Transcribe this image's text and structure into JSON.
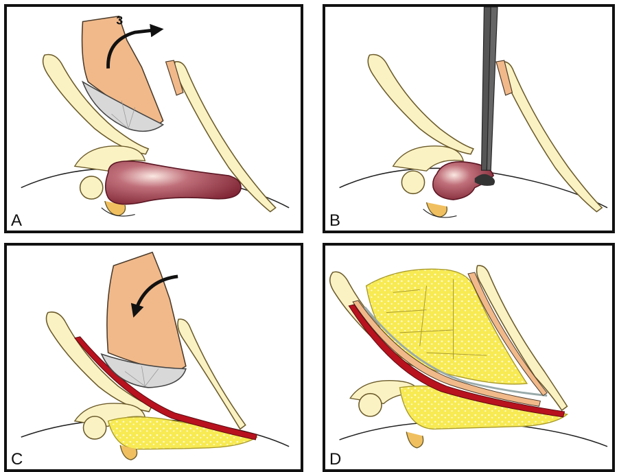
{
  "panels": [
    {
      "id": "A",
      "label": "A",
      "step_number": "3"
    },
    {
      "id": "B",
      "label": "B"
    },
    {
      "id": "C",
      "label": "C"
    },
    {
      "id": "D",
      "label": "D"
    }
  ],
  "colors": {
    "bone": "#fbf2c4",
    "bone_outline": "#6b5b2a",
    "flap": "#f1b98a",
    "flap_outline": "#4a3a2a",
    "dura_patch": "#d8d8d8",
    "tumor": "#7e2333",
    "tumor_highlight": "#f3d6d0",
    "red_graft": "#b8121e",
    "fat": "#f7ea52",
    "fat_outline": "#a99a2a",
    "instrument": "#555555",
    "line": "#222222"
  }
}
